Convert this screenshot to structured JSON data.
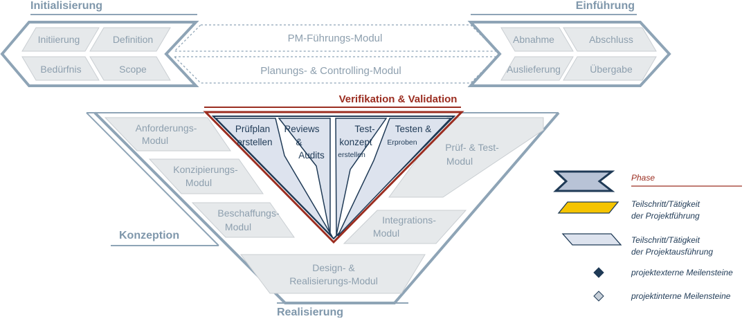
{
  "phases": {
    "initialisierung": "Initialisierung",
    "einfuehrung": "Einführung",
    "konzeption": "Konzeption",
    "realisierung": "Realisierung"
  },
  "init_steps": {
    "initiierung": "Initiierung",
    "definition": "Definition",
    "beduerfnis": "Bedürfnis",
    "scope": "Scope"
  },
  "einf_steps": {
    "abnahme": "Abnahme",
    "abschluss": "Abschluss",
    "auslieferung": "Auslieferung",
    "uebergabe": "Übergabe"
  },
  "center_modules": {
    "pm_fuehrung": "PM-Führungs-Modul",
    "planung_controlling": "Planungs- & Controlling-Modul"
  },
  "left_modules": {
    "anforderung_1": "Anforderungs-",
    "anforderung_2": "Modul",
    "konzipierung_1": "Konzipierungs-",
    "konzipierung_2": "Modul",
    "beschaffung_1": "Beschaffungs-",
    "beschaffung_2": "Modul"
  },
  "right_modules": {
    "pruef_test_1": "Prüf- & Test-",
    "pruef_test_2": "Modul",
    "integration_1": "Integrations-",
    "integration_2": "Modul"
  },
  "bottom_module": {
    "line1": "Design- &",
    "line2": "Realisierungs-Modul"
  },
  "vv": {
    "title": "Verifikation & Validation",
    "pruefplan_1": "Prüfplan",
    "pruefplan_2": "erstellen",
    "reviews_1": "Reviews",
    "reviews_2": "&",
    "reviews_3": "Audits",
    "testkonzept_1": "Test-",
    "testkonzept_2": "konzept",
    "testkonzept_3": "erstellen",
    "testen_1": "Testen &",
    "testen_2": "Erproben"
  },
  "legend": {
    "phase": "Phase",
    "pf_1": "Teilschritt/Tätigkeit",
    "pf_2": "der Projektführung",
    "pa_1": "Teilschritt/Tätigkeit",
    "pa_2": "der Projektausführung",
    "extern": "projektexterne Meilensteine",
    "intern": "projektinterne Meilensteine"
  },
  "colors": {
    "phase_outline": "#8ea4b6",
    "module_fill": "#e6e9eb",
    "module_stroke": "#c9ced2",
    "vv_red": "#9b2d20",
    "activity_fill": "#dde3ee",
    "activity_stroke": "#1f3a56",
    "legend_phase_fill": "#b8c3d6",
    "legend_gold": "#f5c400",
    "milestone_extern": "#1f3a56",
    "milestone_intern": "#c7cfd8"
  }
}
